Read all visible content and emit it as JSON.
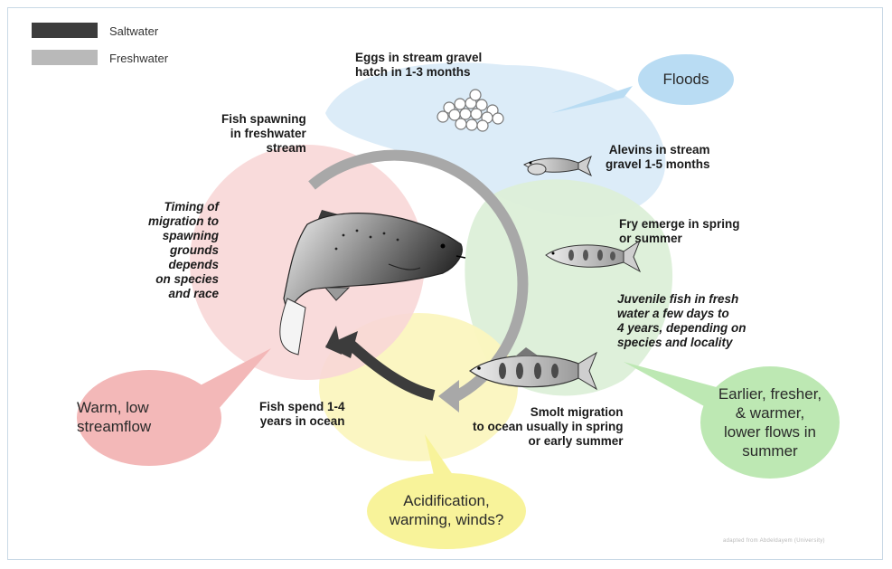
{
  "legend": {
    "saltwater": {
      "label": "Saltwater",
      "color": "#3c3c3c"
    },
    "freshwater": {
      "label": "Freshwater",
      "color": "#b9b9b9"
    }
  },
  "stages": {
    "eggs": "Eggs in stream gravel\nhatch in 1-3 months",
    "alevins": "Alevins in stream\ngravel 1-5 months",
    "fry": "Fry emerge in spring\nor summer",
    "juvenile": "Juvenile fish in fresh\nwater a few days to\n4 years, depending on\nspecies and locality",
    "smolt": "Smolt migration\nto ocean usually in spring\nor early summer",
    "ocean": "Fish spend 1-4\nyears in ocean",
    "spawning": "Fish spawning\nin freshwater\nstream",
    "timing": "Timing of\nmigration to\nspawning\ngrounds\ndepends\non species\nand race"
  },
  "impacts": {
    "floods": "Floods",
    "earlier": "Earlier, fresher,\n& warmer,\nlower flows in\nsummer",
    "acidification": "Acidification,\nwarming, winds?",
    "warm": "Warm, low\nstreamflow"
  },
  "colors": {
    "floods_zone": "#dcecf8",
    "earlier_zone": "#dcefd8",
    "acidification_zone": "#fbf6bf",
    "warm_zone": "#f8d7d7",
    "floods_bubble": "#b9dcf3",
    "earlier_bubble": "#bde8b3",
    "acidification_bubble": "#f8f39a",
    "warm_bubble": "#f3b8b8",
    "freshwater_arc": "#a8a8a8",
    "saltwater_arc": "#3c3c3c"
  },
  "credit": "adapted from Abdeldayem (University)"
}
